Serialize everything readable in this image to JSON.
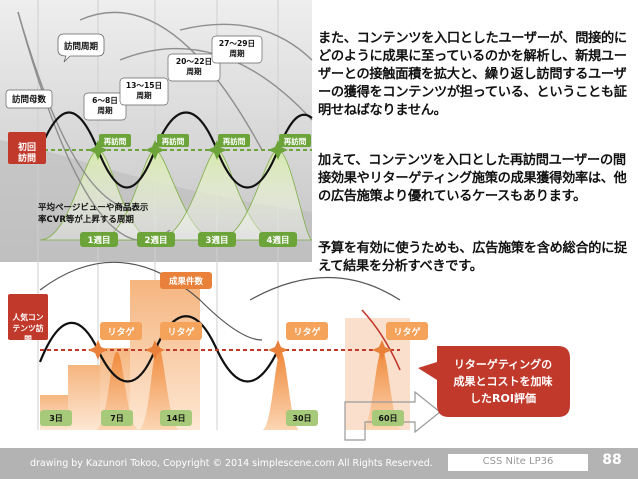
{
  "diagram": {
    "labels": {
      "visit_cycle": "訪問周期",
      "visitors": "訪問母数",
      "first_visit": "初回訪問",
      "revisit": "再訪問",
      "avg_pv_note": "平均ページビューや商品表示率CVR等が上昇する周期",
      "conversions": "成果件数",
      "popular_content": "人気コンテンツ訪問",
      "retarget": "リタゲ",
      "roi_note": "リターゲティングの成果とコストを加味したROI評価"
    },
    "cycles": [
      "6～8日周期",
      "13～15日周期",
      "20～22日周期",
      "27～29日周期"
    ],
    "weeks": [
      "1週目",
      "2週目",
      "3週目",
      "4週目"
    ],
    "days": [
      "3日",
      "7日",
      "14日",
      "30日",
      "60日"
    ],
    "colors": {
      "green": "#6ca43a",
      "red": "#c0392b",
      "orange": "#f0a35a",
      "retarget": "#f5a25a",
      "star": "#e9813a"
    }
  },
  "text": {
    "p1": "また、コンテンツを入口としたユーザーが、問接的にどのように成果に至っているのかを解析し、新規ユーザーとの接触面積を拡大と、繰り返し訪問するユーザーの獲得をコンテンツが担っている、ということも証明せねばなりません。",
    "p2": "加えて、コンテンツを入口とした再訪問ユーザーの間接効果やリターゲティング施策の成果獲得効率は、他の広告施策より優れているケースもあります。",
    "p3": "予算を有効に使うためも、広告施策を含め総合的に捉えて結果を分析すべきです。"
  },
  "footer": {
    "credit": "drawing by Kazunori Tokoo, Copyright © 2014 simplescene.com All Rights Reserved.",
    "event": "CSS Nite LP36",
    "page": "88"
  }
}
